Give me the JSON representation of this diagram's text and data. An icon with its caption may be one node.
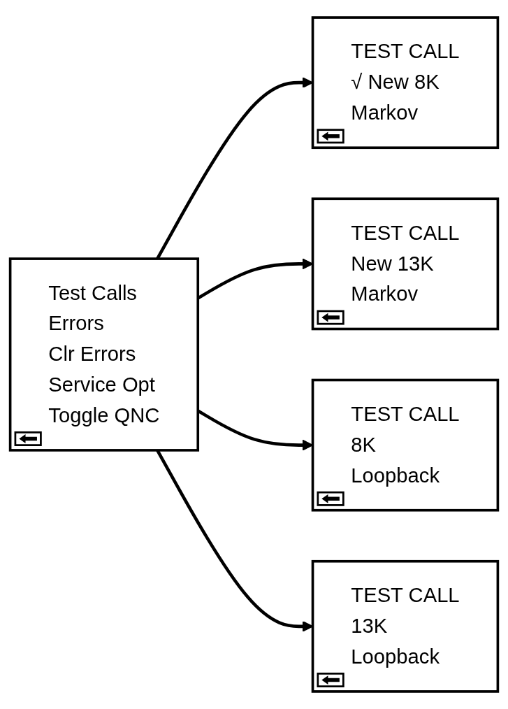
{
  "diagram": {
    "nodes": [
      {
        "text": [
          "Test Calls",
          "Errors",
          "Clr Errors",
          "Service Opt",
          "Toggle QNC"
        ]
      },
      {
        "text": [
          "TEST CALL",
          "√ New 8K",
          "Markov"
        ]
      },
      {
        "text": [
          "TEST CALL",
          "New 13K",
          "Markov"
        ]
      },
      {
        "text": [
          "TEST CALL",
          "8K",
          "Loopback"
        ]
      },
      {
        "text": [
          "TEST CALL",
          "13K",
          "Loopback"
        ]
      }
    ],
    "edges": [
      {
        "from": 0,
        "to": 1,
        "arrow": "to"
      },
      {
        "from": 0,
        "to": 2,
        "arrow": "to"
      },
      {
        "from": 0,
        "to": 3,
        "arrow": "to"
      },
      {
        "from": 0,
        "to": 4,
        "arrow": "to"
      }
    ]
  }
}
